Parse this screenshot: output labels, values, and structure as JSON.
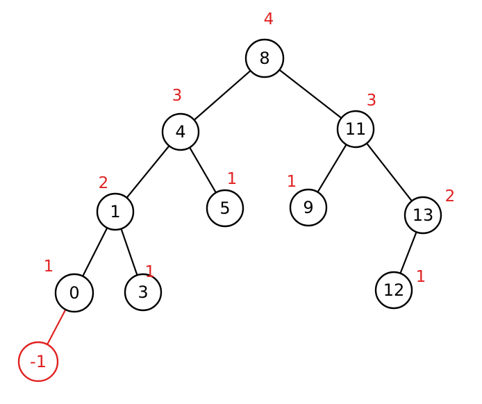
{
  "colors": {
    "normal": "#000000",
    "inserted": "#e02020",
    "height_label": "#e02020"
  },
  "nodes": [
    {
      "id": "n8",
      "key": "8",
      "height": "4",
      "inserted": false
    },
    {
      "id": "n4",
      "key": "4",
      "height": "3",
      "inserted": false
    },
    {
      "id": "n11",
      "key": "11",
      "height": "3",
      "inserted": false
    },
    {
      "id": "n1",
      "key": "1",
      "height": "2",
      "inserted": false
    },
    {
      "id": "n5",
      "key": "5",
      "height": "1",
      "inserted": false
    },
    {
      "id": "n9",
      "key": "9",
      "height": "1",
      "inserted": false
    },
    {
      "id": "n13",
      "key": "13",
      "height": "2",
      "inserted": false
    },
    {
      "id": "n0",
      "key": "0",
      "height": "1",
      "inserted": false
    },
    {
      "id": "n3",
      "key": "3",
      "height": "1",
      "inserted": false
    },
    {
      "id": "n12",
      "key": "12",
      "height": "1",
      "inserted": false
    },
    {
      "id": "nm1",
      "key": "-1",
      "height": "",
      "inserted": true
    }
  ],
  "edges": [
    {
      "from": "n8",
      "to": "n4",
      "inserted": false
    },
    {
      "from": "n8",
      "to": "n11",
      "inserted": false
    },
    {
      "from": "n4",
      "to": "n1",
      "inserted": false
    },
    {
      "from": "n4",
      "to": "n5",
      "inserted": false
    },
    {
      "from": "n11",
      "to": "n9",
      "inserted": false
    },
    {
      "from": "n11",
      "to": "n13",
      "inserted": false
    },
    {
      "from": "n1",
      "to": "n0",
      "inserted": false
    },
    {
      "from": "n1",
      "to": "n3",
      "inserted": false
    },
    {
      "from": "n13",
      "to": "n12",
      "inserted": false
    },
    {
      "from": "n0",
      "to": "nm1",
      "inserted": true
    }
  ]
}
